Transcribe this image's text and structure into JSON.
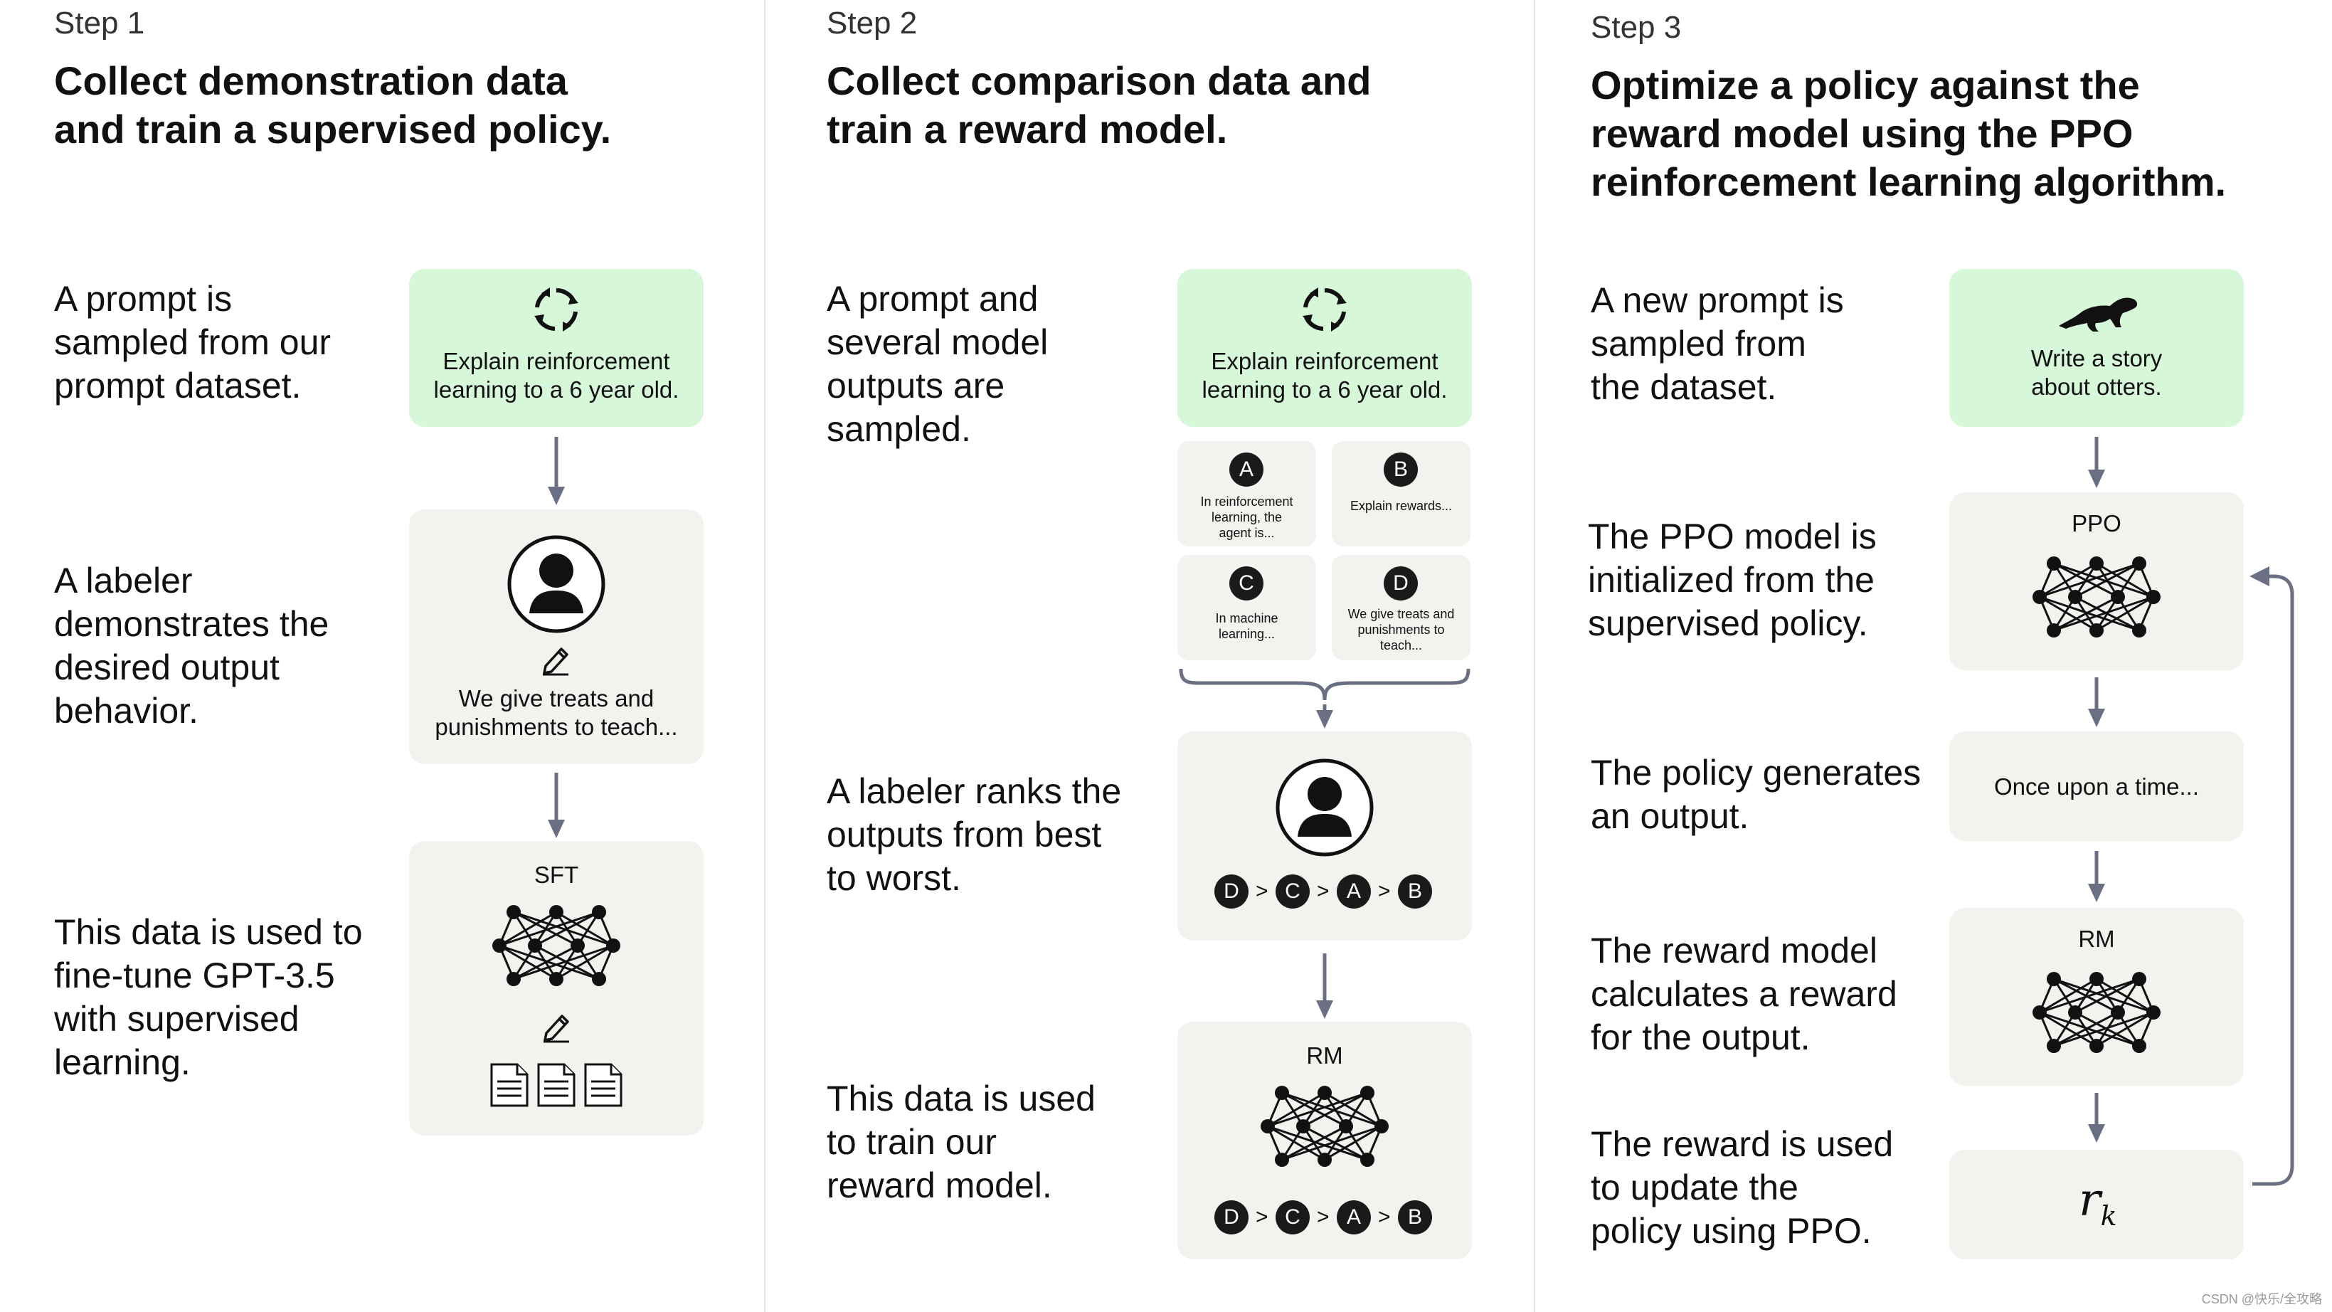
{
  "step1": {
    "label": "Step 1",
    "title_line1": "Collect demonstration data",
    "title_line2": "and train a supervised policy.",
    "desc1": [
      "A prompt is",
      "sampled from our",
      "prompt dataset."
    ],
    "desc2": [
      "A labeler",
      "demonstrates the",
      "desired output",
      "behavior."
    ],
    "desc3": [
      "This data is used to",
      "fine-tune GPT-3.5",
      "with supervised",
      "learning."
    ],
    "prompt_box": [
      "Explain reinforcement",
      "learning to a 6 year old."
    ],
    "labeler_box": [
      "We give treats and",
      "punishments to teach..."
    ],
    "sft_label": "SFT"
  },
  "step2": {
    "label": "Step 2",
    "title_line1": "Collect comparison data and",
    "title_line2": "train a reward model.",
    "desc1": [
      "A prompt and",
      "several model",
      "outputs are",
      "sampled."
    ],
    "desc2": [
      "A labeler ranks the",
      "outputs from best",
      "to worst."
    ],
    "desc3": [
      "This data is used",
      "to train our",
      "reward model."
    ],
    "prompt_box": [
      "Explain reinforcement",
      "learning to a 6 year old."
    ],
    "outputs": [
      {
        "letter": "A",
        "text": [
          "In reinforcement",
          "learning, the",
          "agent is..."
        ]
      },
      {
        "letter": "B",
        "text": [
          "Explain rewards..."
        ]
      },
      {
        "letter": "C",
        "text": [
          "In machine",
          "learning..."
        ]
      },
      {
        "letter": "D",
        "text": [
          "We give treats and",
          "punishments to",
          "teach..."
        ]
      }
    ],
    "ranking": [
      "D",
      "C",
      "A",
      "B"
    ],
    "rm_label": "RM"
  },
  "step3": {
    "label": "Step 3",
    "title_line1": "Optimize a policy against the",
    "title_line2": "reward model using the PPO",
    "title_line3": "reinforcement learning algorithm.",
    "desc1": [
      "A new prompt is",
      "sampled from",
      "the dataset."
    ],
    "desc2": [
      "The PPO model is",
      "initialized from the",
      "supervised policy."
    ],
    "desc3": [
      "The policy generates",
      "an output."
    ],
    "desc4": [
      "The reward model",
      "calculates a reward",
      "for the output."
    ],
    "desc5": [
      "The reward is used",
      "to update the",
      "policy using PPO."
    ],
    "prompt_box": [
      "Write a story",
      "about otters."
    ],
    "ppo_label": "PPO",
    "output_text": "Once upon a time...",
    "rm_label": "RM",
    "reward_symbol": "r",
    "reward_subscript": "k"
  },
  "watermark": "CSDN @快乐/全攻略",
  "icons": [
    "cycle-icon",
    "person-icon",
    "pencil-icon",
    "neural-network-icon",
    "document-icon",
    "otter-icon",
    "brace-icon"
  ],
  "colors": {
    "green": "#d7f7d9",
    "gray_box": "#f2f2ef",
    "arrow": "#6b6f83",
    "circle": "#1a1a1a"
  }
}
